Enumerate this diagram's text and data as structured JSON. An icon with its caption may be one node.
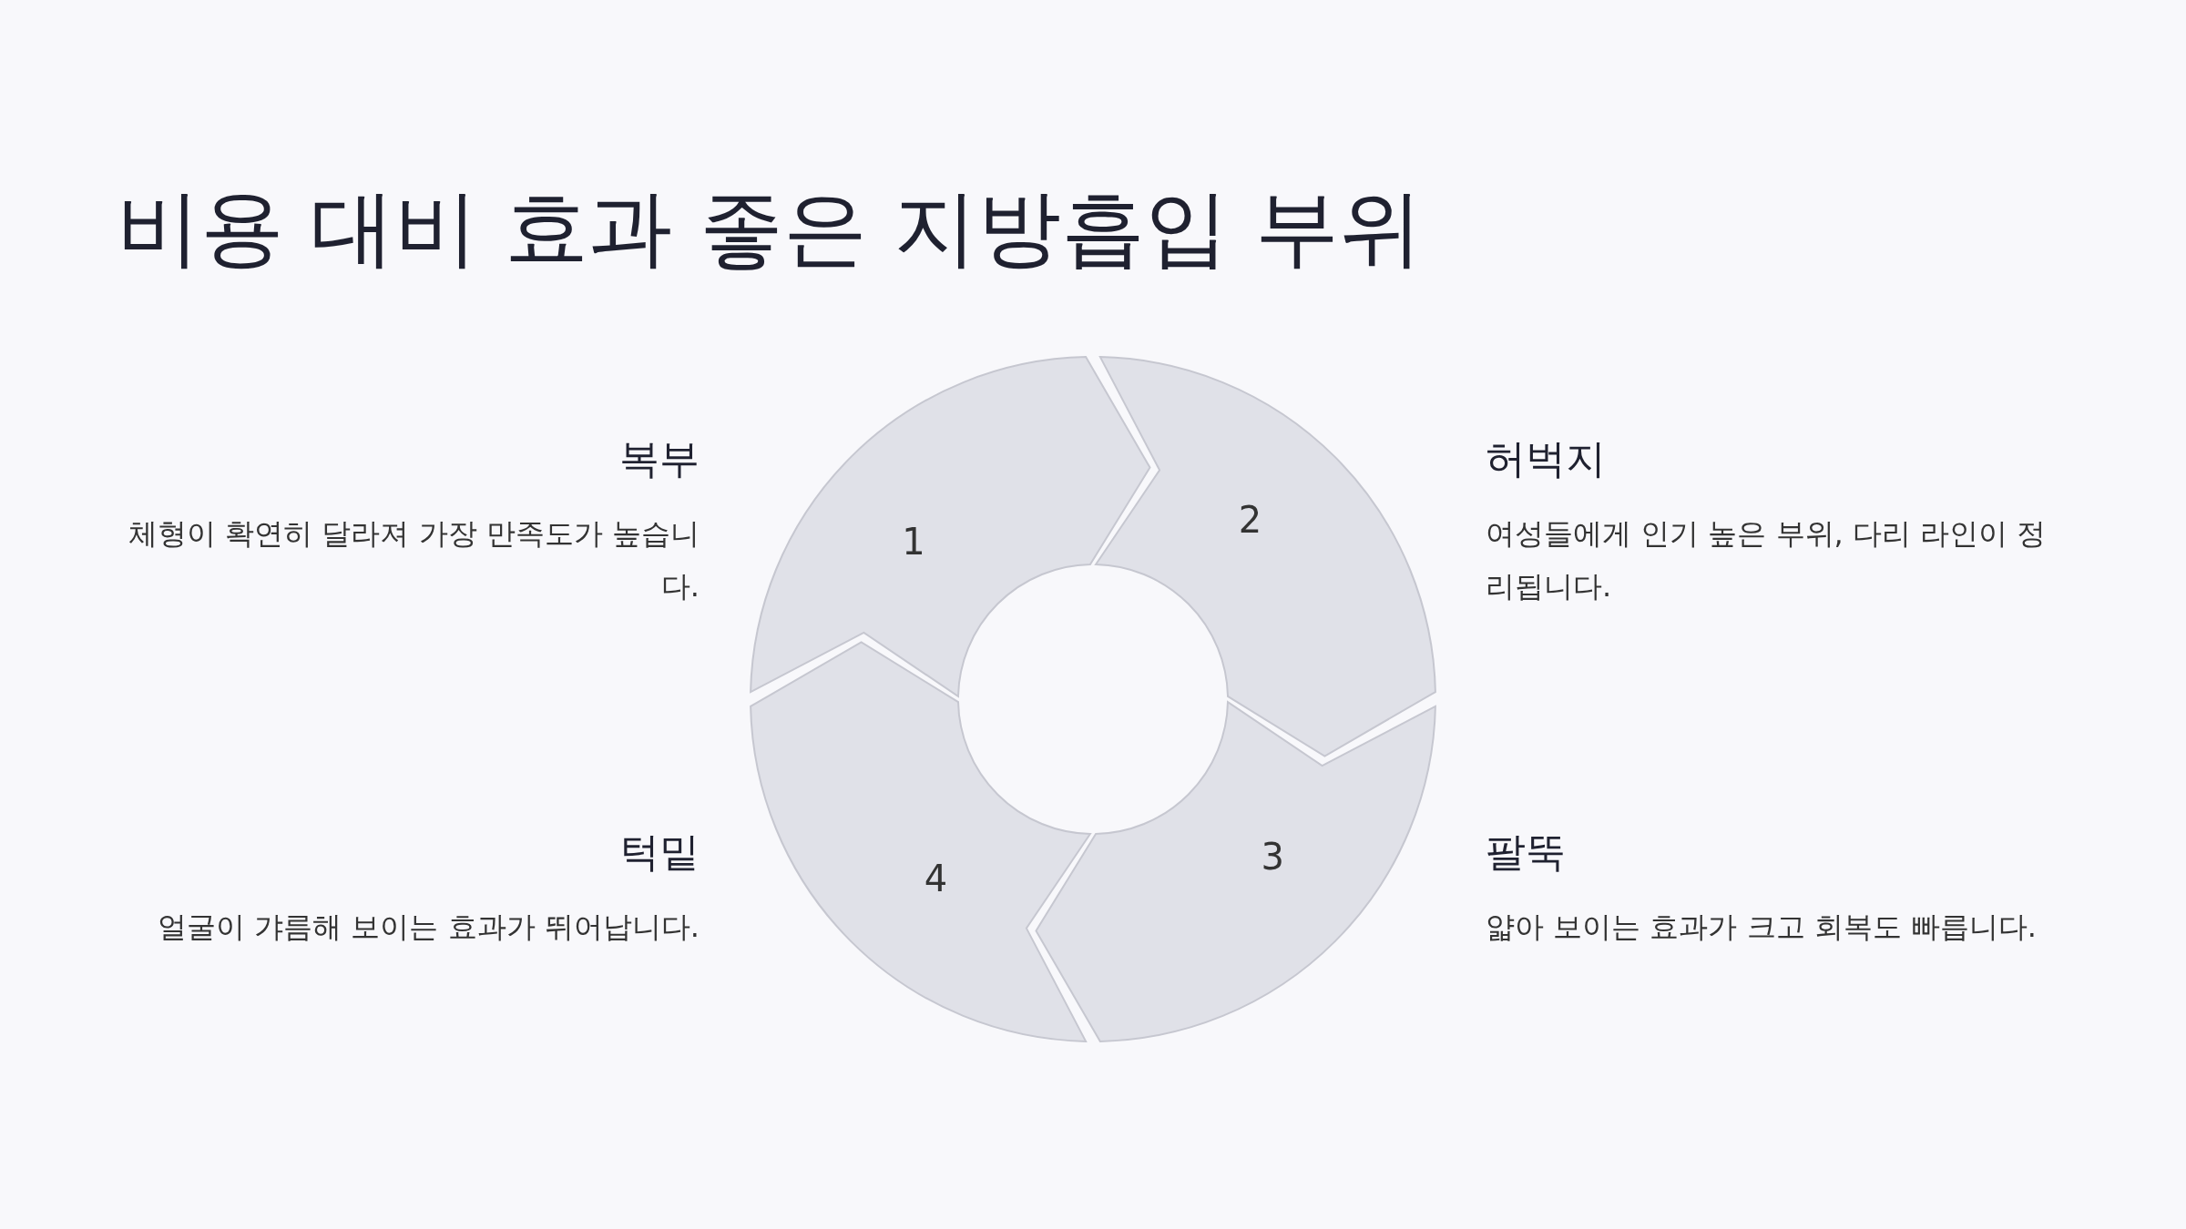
{
  "diagram": {
    "title": "비용 대비 효과 좋은 지방흡입 부위",
    "nodes": [
      {
        "text": [
          "1"
        ]
      },
      {
        "text": [
          "2"
        ]
      },
      {
        "text": [
          "3"
        ]
      },
      {
        "text": [
          "4"
        ]
      }
    ],
    "labels": [
      "복부",
      "체형이 확연히 달라져 가장 만족도가 높습니다.",
      "허벅지",
      "여성들에게 인기 높은 부위, 다리 라인이 정리됩니다.",
      "턱밑",
      "얼굴이 갸름해 보이는 효과가 뛰어납니다.",
      "팔뚝",
      "얇아 보이는 효과가 크고 회복도 빠릅니다."
    ]
  }
}
